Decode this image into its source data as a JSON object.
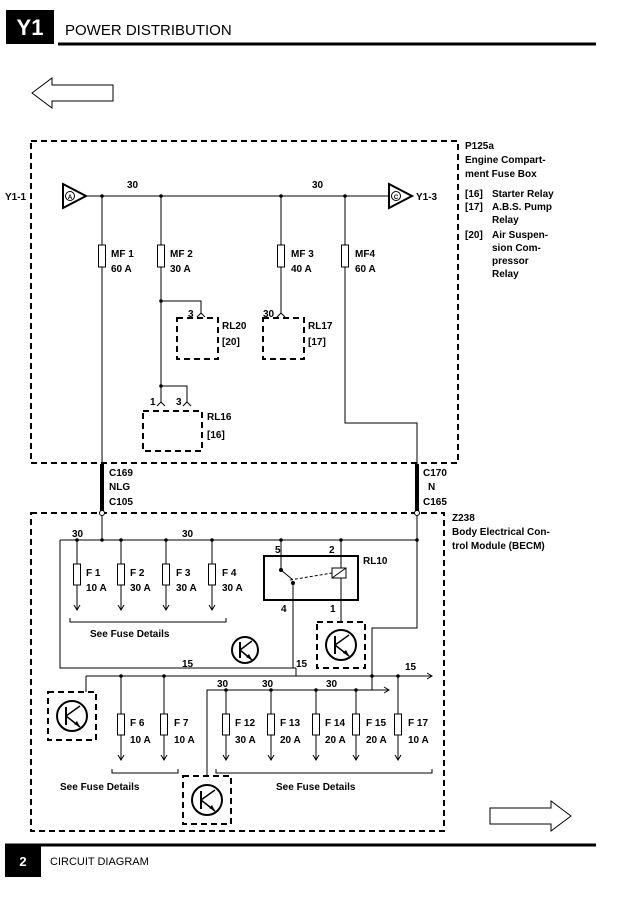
{
  "header": {
    "code": "Y1",
    "title": "POWER DISTRIBUTION"
  },
  "footer": {
    "page_number": "2",
    "title": "CIRCUIT DIAGRAM"
  },
  "engine_fusebox": {
    "id": "P125a",
    "name_lines": [
      "Engine Compart-",
      "ment Fuse Box"
    ],
    "legend": [
      {
        "ref": "[16]",
        "lines": [
          "Starter Relay"
        ]
      },
      {
        "ref": "[17]",
        "lines": [
          "A.B.S. Pump",
          "Relay"
        ]
      },
      {
        "ref": "[20]",
        "lines": [
          "Air Suspen-",
          "sion Com-",
          "pressor",
          "Relay"
        ]
      }
    ],
    "in_ref": "Y1-1",
    "out_ref": "Y1-3",
    "in_letter": "A",
    "out_letter": "C",
    "circuit_left": "30",
    "circuit_right": "30",
    "fuses": [
      {
        "name": "MF 1",
        "rating": "60 A"
      },
      {
        "name": "MF 2",
        "rating": "30 A"
      },
      {
        "name": "MF 3",
        "rating": "40 A"
      },
      {
        "name": "MF4",
        "rating": "60 A"
      }
    ],
    "relays": [
      {
        "name": "RL20",
        "ref": "[20]",
        "pin": "3"
      },
      {
        "name": "RL17",
        "ref": "[17]",
        "pin": "30"
      },
      {
        "name": "RL16",
        "ref": "[16]",
        "pin_a": "1",
        "pin_b": "3"
      }
    ]
  },
  "connectors": {
    "left": {
      "top": "C169",
      "mid": "NLG",
      "bottom": "C105"
    },
    "right": {
      "top": "C170",
      "mid": "N",
      "bottom": "C165"
    }
  },
  "becm": {
    "id": "Z238",
    "name_lines": [
      "Body Electrical Con-",
      "trol Module (BECM)"
    ],
    "circuit_labels": {
      "c30a": "30",
      "c30b": "30",
      "c15a": "15",
      "c15b": "15",
      "c15c": "15",
      "c30c": "30",
      "c30d": "30",
      "c30e": "30"
    },
    "fuses_top": [
      {
        "name": "F 1",
        "rating": "10 A"
      },
      {
        "name": "F 2",
        "rating": "30 A"
      },
      {
        "name": "F 3",
        "rating": "30 A"
      },
      {
        "name": "F 4",
        "rating": "30 A"
      }
    ],
    "fuses_bottom_left": [
      {
        "name": "F 6",
        "rating": "10 A"
      },
      {
        "name": "F 7",
        "rating": "10 A"
      }
    ],
    "fuses_bottom_right": [
      {
        "name": "F 12",
        "rating": "30 A"
      },
      {
        "name": "F 13",
        "rating": "20 A"
      },
      {
        "name": "F 14",
        "rating": "20 A"
      },
      {
        "name": "F 15",
        "rating": "20 A"
      },
      {
        "name": "F 17",
        "rating": "10 A"
      }
    ],
    "relay": {
      "name": "RL10",
      "pins": [
        "5",
        "2",
        "4",
        "1"
      ]
    },
    "see_fuse_details": [
      "See Fuse Details",
      "See Fuse Details",
      "See Fuse Details"
    ]
  }
}
